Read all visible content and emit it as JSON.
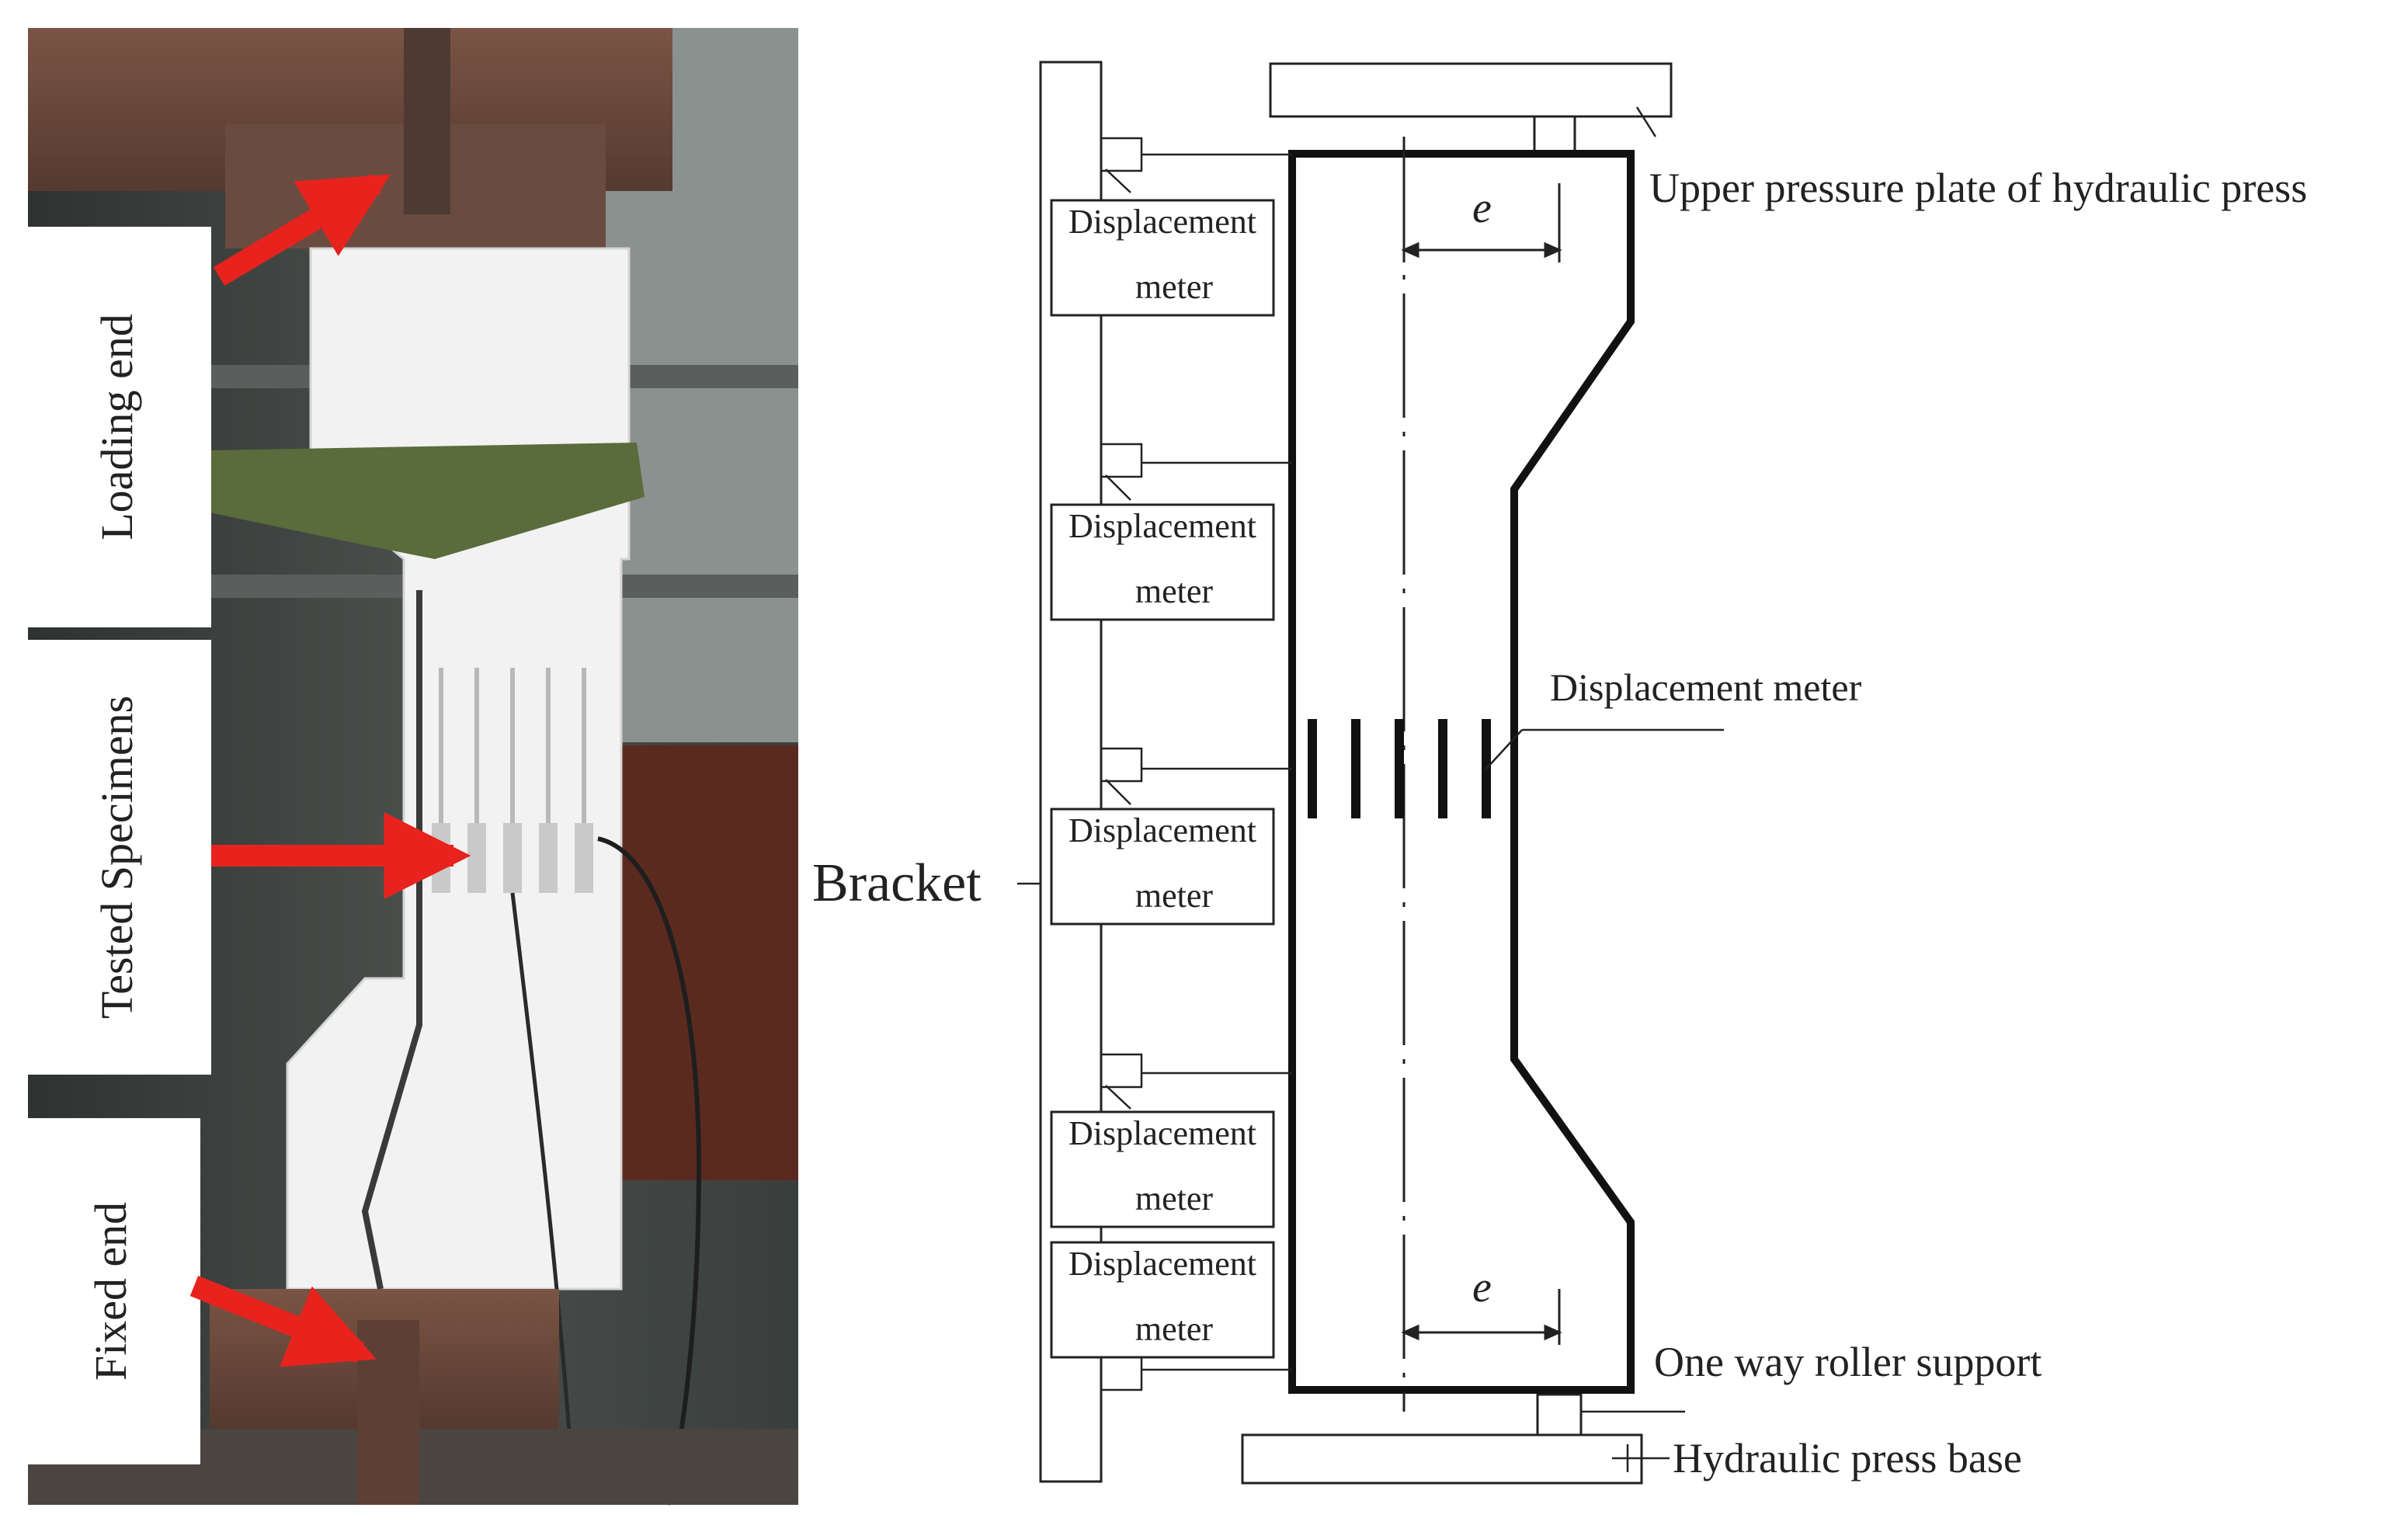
{
  "photo": {
    "labels": {
      "loading_end": "Loading end",
      "tested_specimens": "Tested Specimens",
      "fixed_end": "Fixed end"
    },
    "colors": {
      "arrow": "#e8231d",
      "specimen": "#f2f2f2",
      "strap": "#5a6b3c",
      "steel_rust": "#6b4a3c",
      "background_dark": "#3a3d3c"
    }
  },
  "diagram": {
    "labels": {
      "upper_plate": "Upper pressure plate of hydraulic press",
      "displacement_meter_specimen": "Displacement meter",
      "bracket": "Bracket",
      "roller_support": "One way roller support",
      "press_base": "Hydraulic press base",
      "eccentricity_top": "e",
      "eccentricity_bottom": "e"
    },
    "meter_boxes": [
      {
        "line1": "Displacement",
        "line2": "meter"
      },
      {
        "line1": "Displacement",
        "line2": "meter"
      },
      {
        "line1": "Displacement",
        "line2": "meter"
      },
      {
        "line1": "Displacement",
        "line2": "meter"
      },
      {
        "line1": "Displacement",
        "line2": "meter"
      }
    ]
  }
}
